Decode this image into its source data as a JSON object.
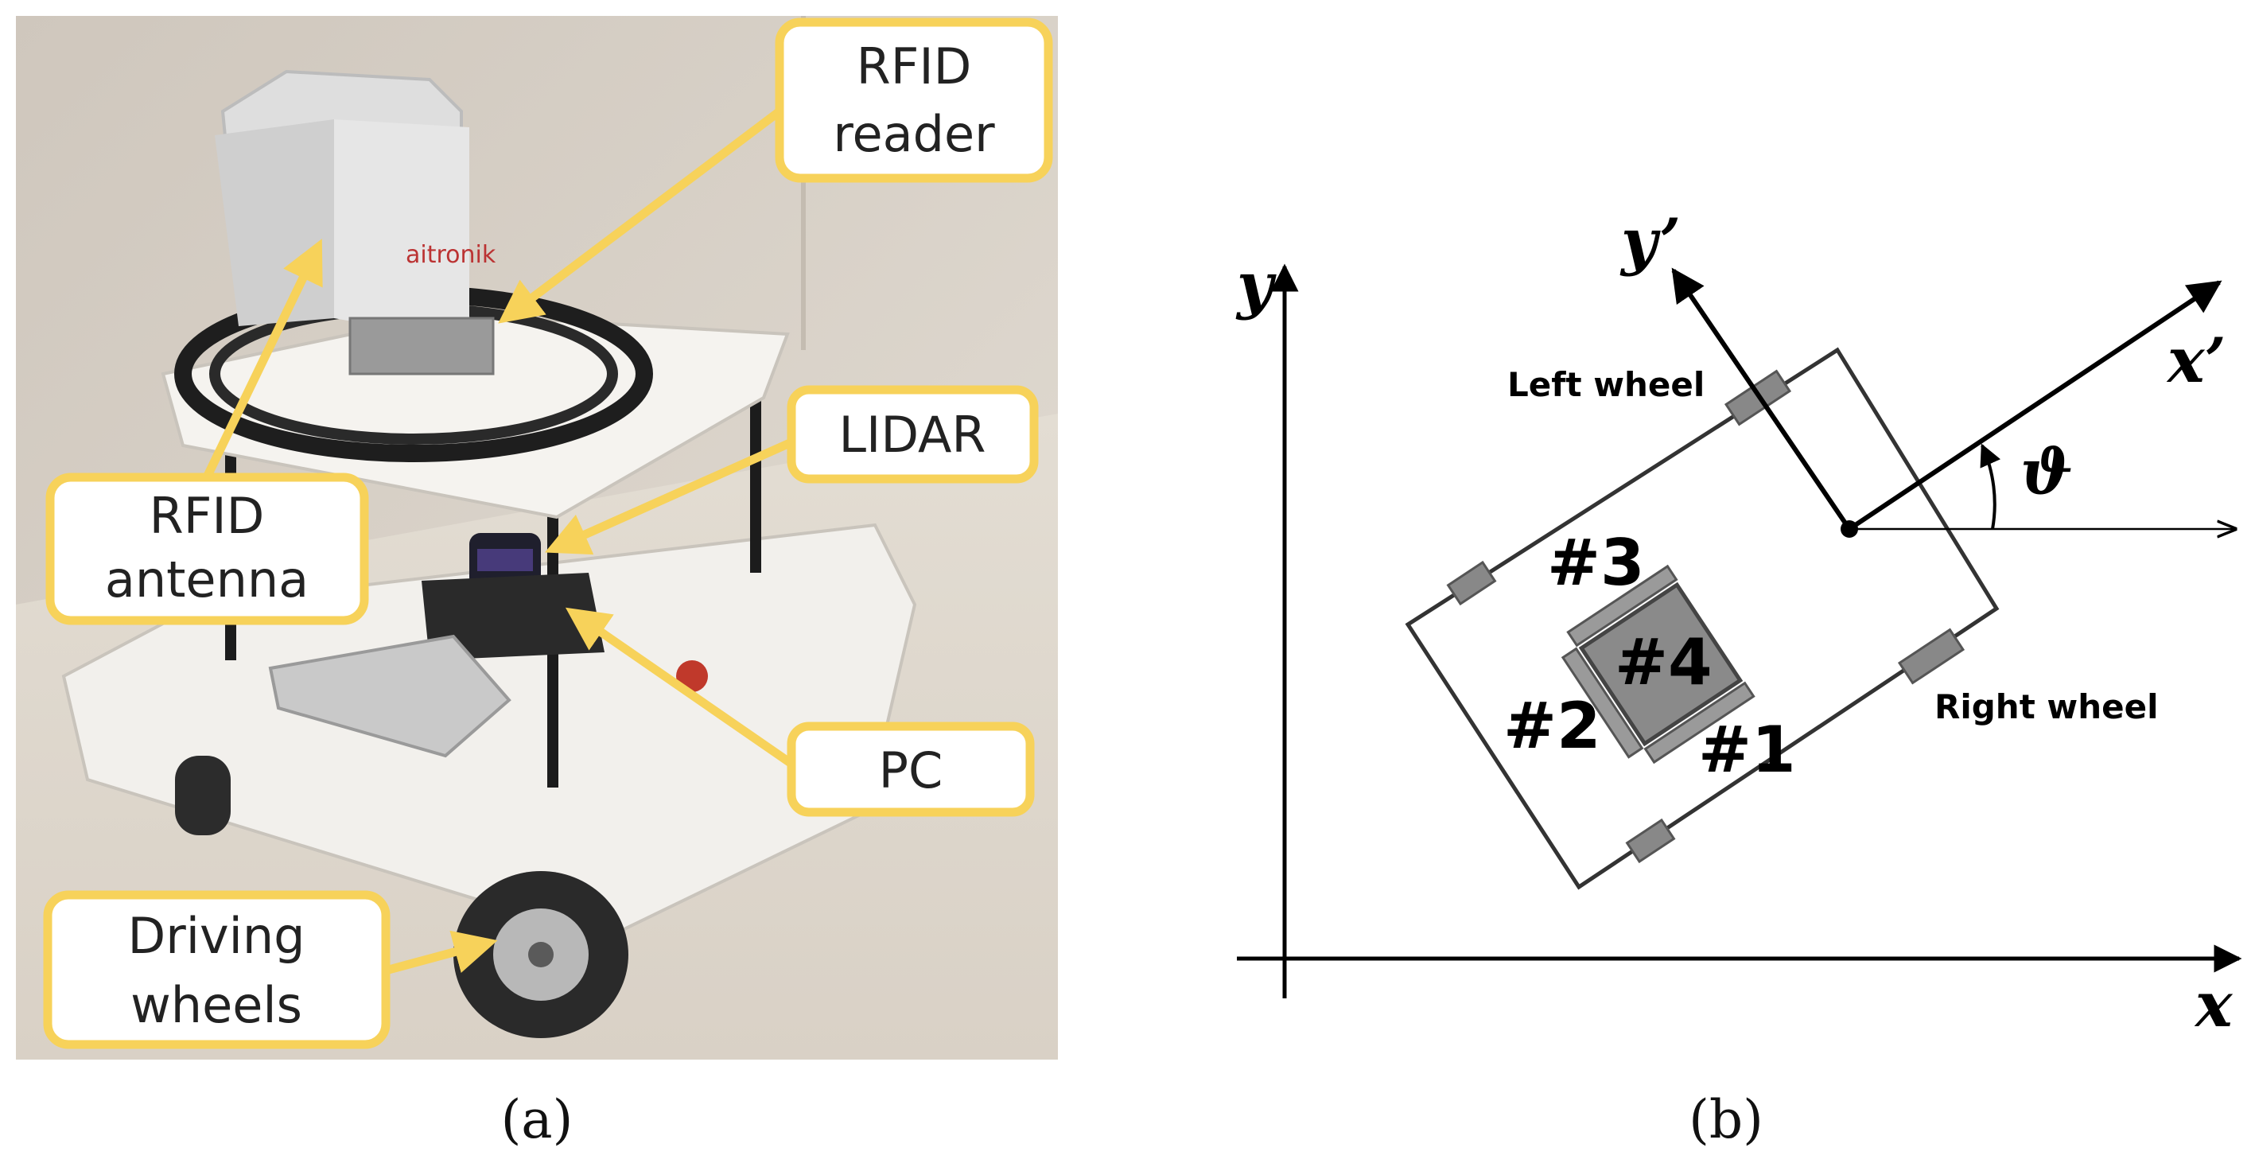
{
  "panel_a": {
    "caption": "(a)",
    "brand_logo": "aitronik",
    "callouts": {
      "rfid_reader": [
        "RFID",
        "reader"
      ],
      "lidar": [
        "LIDAR"
      ],
      "rfid_antenna": [
        "RFID",
        "antenna"
      ],
      "pc": [
        "PC"
      ],
      "driving_wheels": [
        "Driving",
        "wheels"
      ]
    },
    "callout_color": "#f7d25a"
  },
  "panel_b": {
    "caption": "(b)",
    "axes": {
      "x": "x",
      "y": "y",
      "x_prime": "x’",
      "y_prime": "y’",
      "theta": "ϑ"
    },
    "wheels": {
      "left": "Left wheel",
      "right": "Right wheel"
    },
    "antennas": [
      "#1",
      "#2",
      "#3",
      "#4"
    ]
  }
}
